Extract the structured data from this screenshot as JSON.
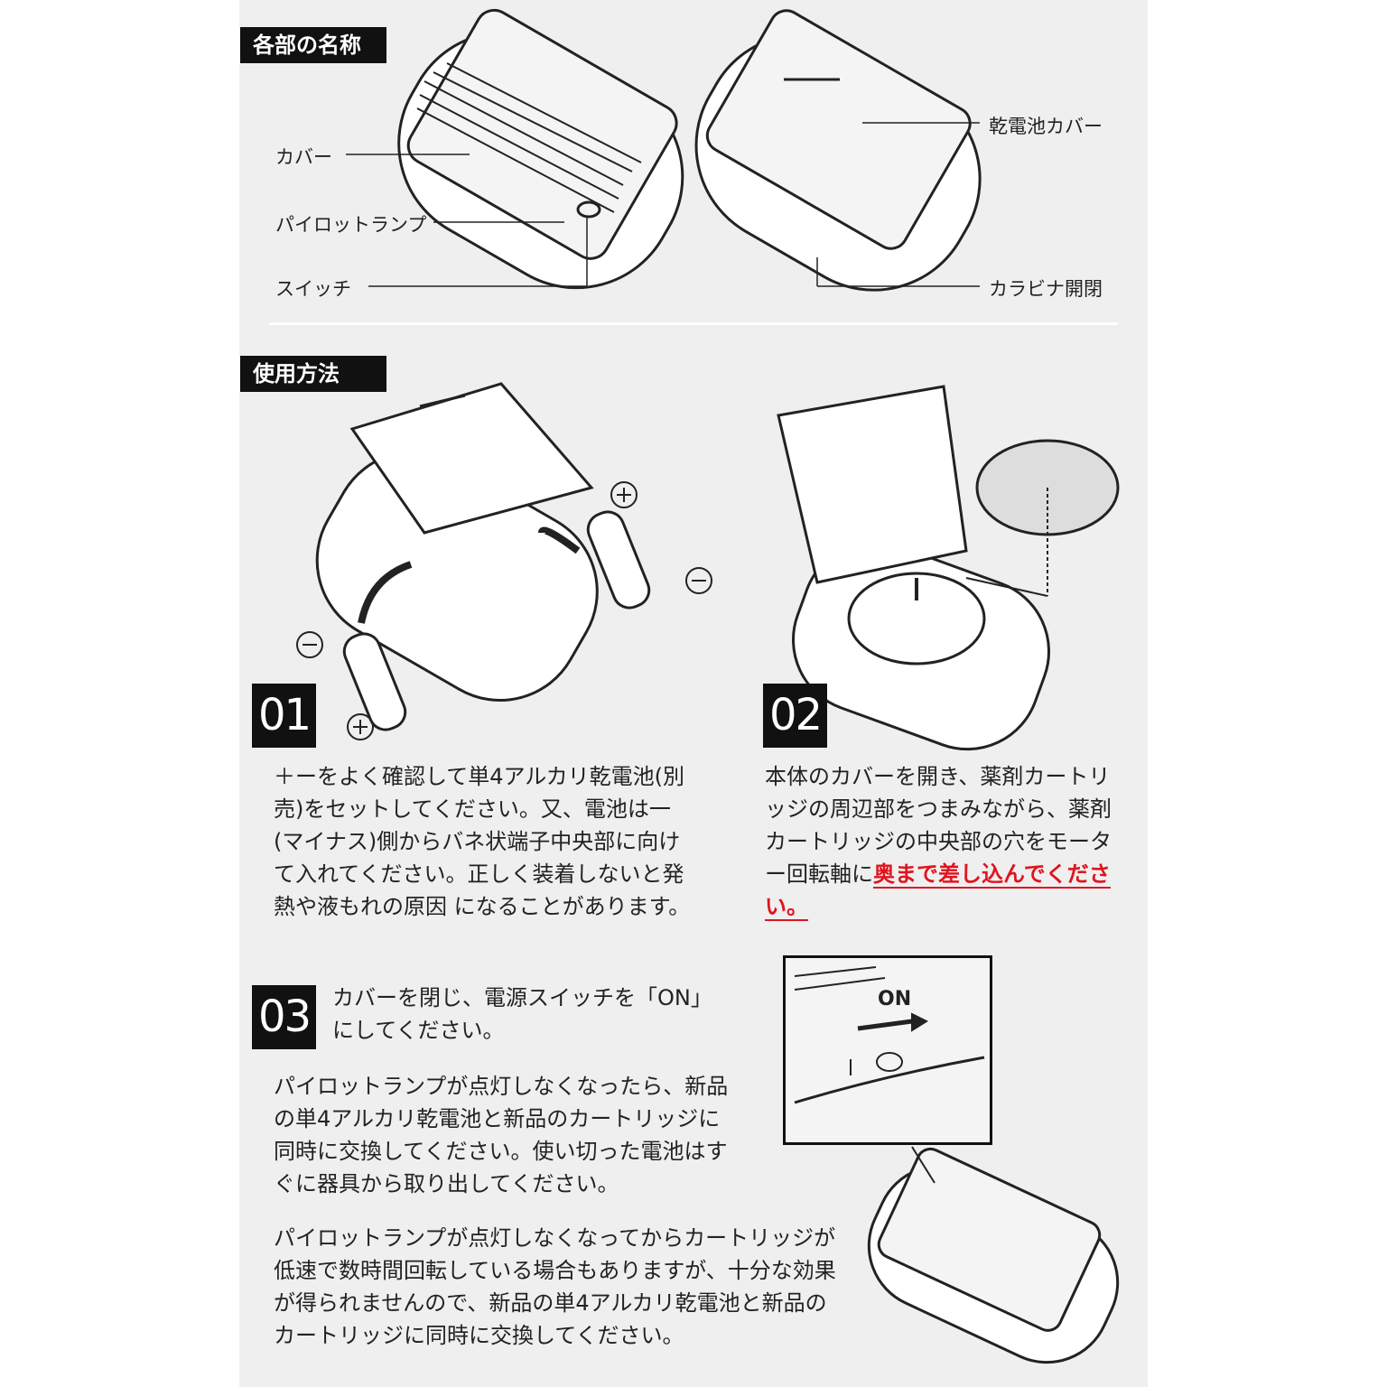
{
  "parts_section": {
    "title": "各部の名称",
    "labels": {
      "cover": "カバー",
      "pilot_lamp": "パイロットランプ",
      "switch": "スイッチ",
      "battery_cover": "乾電池カバー",
      "carabiner": "カラビナ開閉"
    }
  },
  "usage_section": {
    "title": "使用方法",
    "steps": [
      {
        "number": "01",
        "text": "＋ーをよく確認して単4アルカリ乾電池(別売)をセットしてください。又、電池は一(マイナス)側からバネ状端子中央部に向けて入れてください。正しく装着しないと発熱や液もれの原因 になることがあります。"
      },
      {
        "number": "02",
        "text": "本体のカバーを開き、薬剤カートリッジの周辺部をつまみながら、薬剤カートリッジの中央部の穴をモーター回転軸に",
        "emphasis": "奥まで差し込んでください。"
      },
      {
        "number": "03",
        "text": "カバーを閉じ、電源スイッチを「ON」にしてください。"
      }
    ],
    "note1": "パイロットランプが点灯しなくなったら、新品の単4アルカリ乾電池と新品のカートリッジに同時に交換してください。使い切った電池はすぐに器具から取り出してください。",
    "note2": "パイロットランプが点灯しなくなってからカートリッジが低速で数時間回転している場合もありますが、十分な効果が得られませんので、新品の単4アルカリ乾電池と新品のカートリッジに同時に交換してください。",
    "inset_label": "ON",
    "plus_symbol": "+",
    "minus_symbol": "−"
  }
}
